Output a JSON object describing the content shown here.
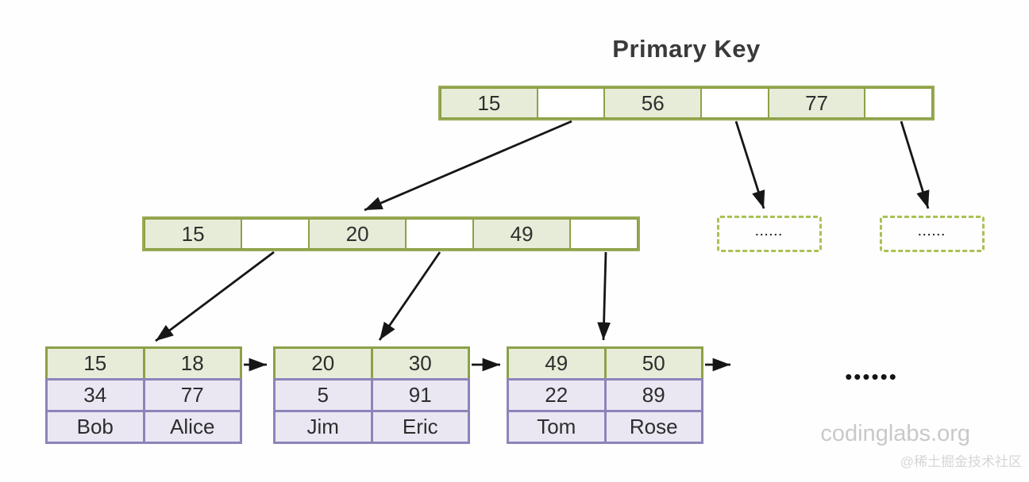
{
  "title": "Primary Key",
  "nodes": {
    "root": {
      "cells": [
        "15",
        "",
        "56",
        "",
        "77",
        ""
      ]
    },
    "internal": {
      "cells": [
        "15",
        "",
        "20",
        "",
        "49",
        ""
      ]
    }
  },
  "leaves": [
    {
      "rows": [
        [
          "15",
          "18"
        ],
        [
          "34",
          "77"
        ],
        [
          "Bob",
          "Alice"
        ]
      ]
    },
    {
      "rows": [
        [
          "20",
          "30"
        ],
        [
          "5",
          "91"
        ],
        [
          "Jim",
          "Eric"
        ]
      ]
    },
    {
      "rows": [
        [
          "49",
          "50"
        ],
        [
          "22",
          "89"
        ],
        [
          "Tom",
          "Rose"
        ]
      ]
    }
  ],
  "placeholders": {
    "dashed_box": "......",
    "leaf_chain": "••••••"
  },
  "watermarks": {
    "site": "codinglabs.org",
    "community": "@稀土掘金技术社区"
  },
  "colors": {
    "node_border": "#8ca147",
    "node_fill": "#e7ecd8",
    "leaf_border": "#8d84ba",
    "leaf_fill": "#eae7f3",
    "dashed_border": "#a9c155",
    "arrow": "#161616",
    "watermark_site": "#c9c9c9",
    "watermark_community": "#d6d6d6",
    "text": "#2f2f2f"
  }
}
